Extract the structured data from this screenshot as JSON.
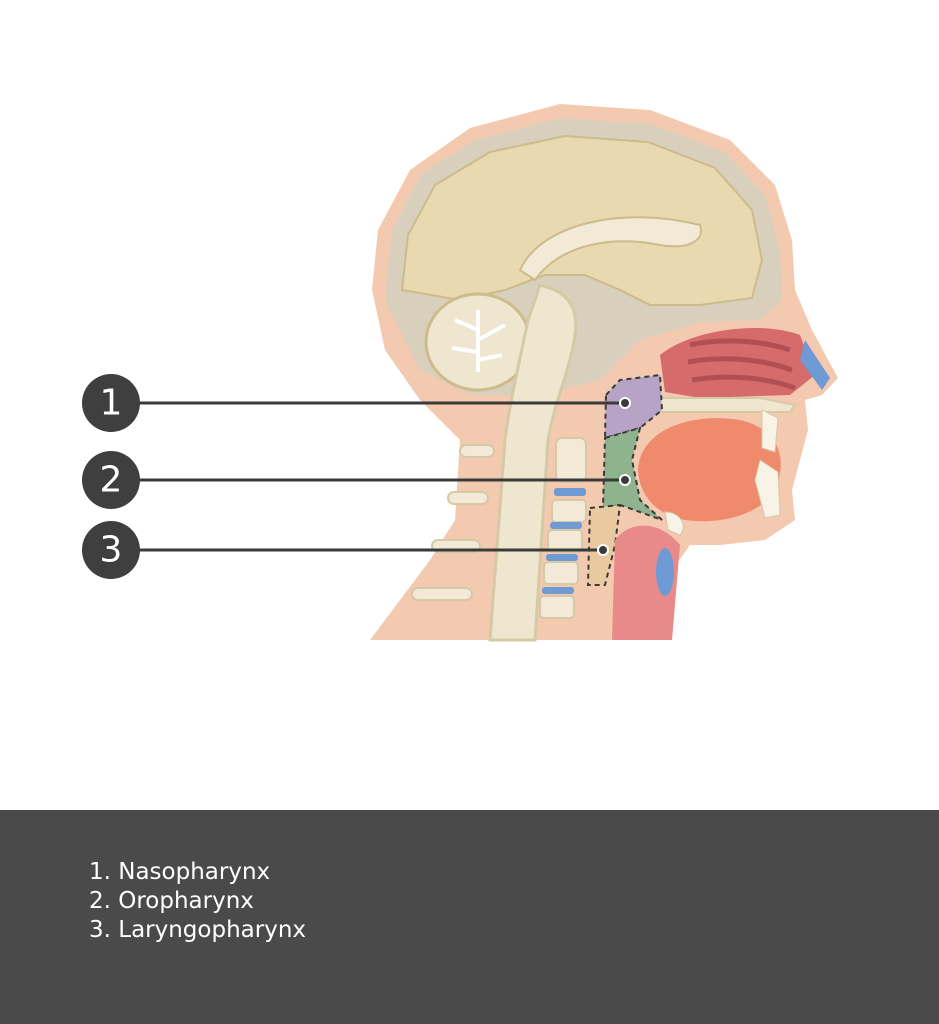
{
  "labels": [
    {
      "number": "1",
      "name": "Nasopharynx",
      "legend": "1.  Nasopharynx"
    },
    {
      "number": "2",
      "name": "Oropharynx",
      "legend": "2. Oropharynx"
    },
    {
      "number": "3",
      "name": "Laryngopharynx",
      "legend": "3. Laryngopharynx"
    }
  ],
  "colors": {
    "background": "#ffffff",
    "legend_panel": "#4a4a4a",
    "marker": "#3f3f3f",
    "leader_line": "#3a3a3a",
    "skin": "#f3c9b0",
    "brain": "#e8d9b0",
    "nasopharynx": "#b7a3c6",
    "oropharynx": "#8fb38c",
    "laryngopharynx": "#e9c9a0",
    "muscle": "#d56b6b",
    "tongue": "#f08a6c",
    "cartilage": "#6f9ad3"
  }
}
